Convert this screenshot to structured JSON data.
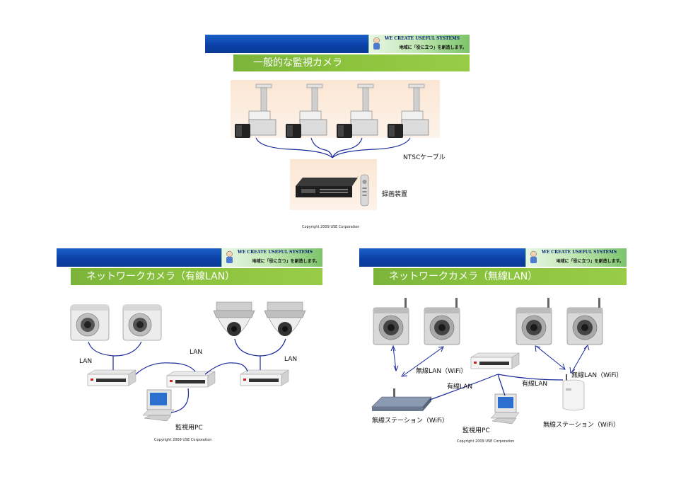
{
  "header_badge": {
    "line1": "WE CREATE USEFUL SYSTEMS",
    "line2": "地域に「役に立つ」を創造します。"
  },
  "slide_top": {
    "title": "一般的な監視カメラ",
    "labels": {
      "cable": "NTSCケーブル",
      "recorder": "録画装置"
    },
    "copyright": "Copyright 2009 USE Corporation"
  },
  "slide_wired": {
    "title": "ネットワークカメラ（有線LAN）",
    "labels": {
      "lan_left": "LAN",
      "lan_center": "LAN",
      "lan_right": "LAN",
      "pc": "監視用PC"
    },
    "copyright": "Copyright 2009 USE Corporation"
  },
  "slide_wireless": {
    "title": "ネットワークカメラ（無線LAN）",
    "labels": {
      "wifi_left": "無線LAN（WiFi）",
      "wifi_right": "無線LAN（WiFi）",
      "wired_left": "有線LAN",
      "wired_right": "有線LAN",
      "station_left": "無線ステーション（WiFi）",
      "station_right": "無線ステーション（WiFi）",
      "pc": "監視用PC"
    },
    "copyright": "Copyright 2009 USE Corporation"
  },
  "colors": {
    "header_blue": "#0a3fa6",
    "header_green": "#8cc43e",
    "cable_blue": "#1a2a9a"
  }
}
